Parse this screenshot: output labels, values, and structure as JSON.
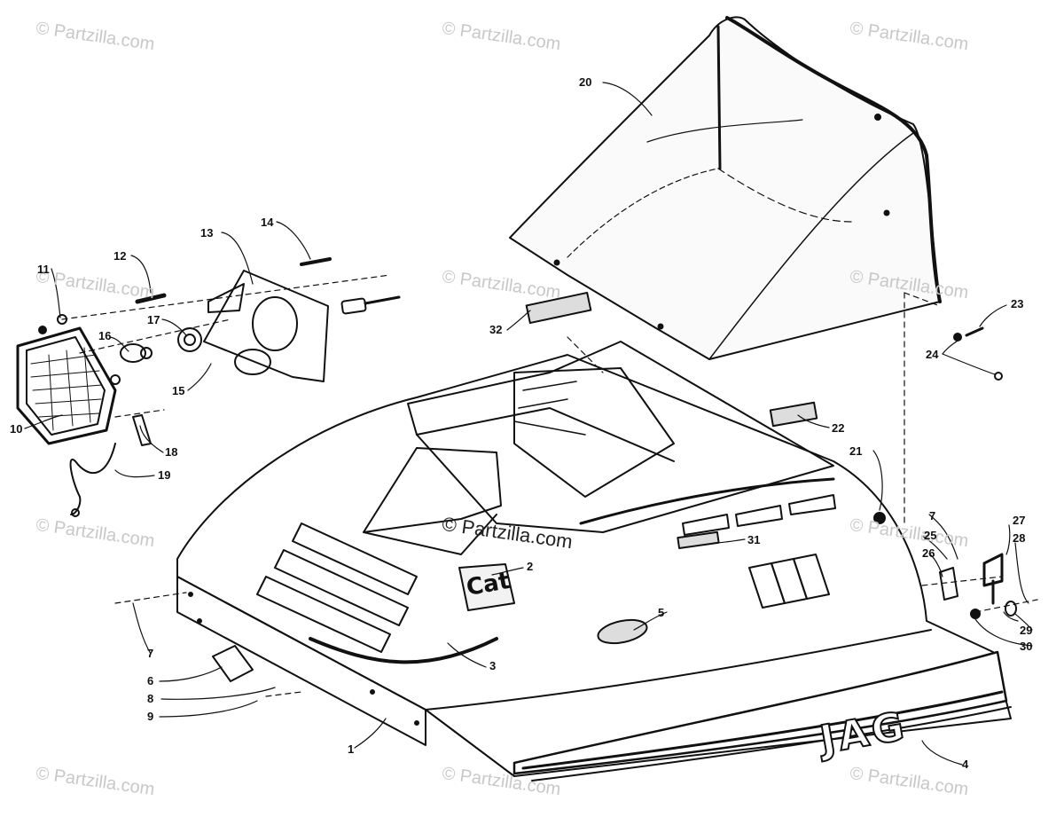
{
  "watermark": {
    "text": "© Partzilla.com",
    "center_text": "© Partzilla.com"
  },
  "decals": {
    "logo": "Cat",
    "stripe": "JAG"
  },
  "callouts": {
    "c1": "1",
    "c2": "2",
    "c3": "3",
    "c4": "4",
    "c5": "5",
    "c6": "6",
    "c7a": "7",
    "c7b": "7",
    "c8": "8",
    "c9": "9",
    "c10": "10",
    "c11": "11",
    "c12": "12",
    "c13": "13",
    "c14": "14",
    "c15": "15",
    "c16": "16",
    "c17": "17",
    "c18": "18",
    "c19": "19",
    "c20": "20",
    "c21": "21",
    "c22": "22",
    "c23": "23",
    "c24": "24",
    "c25": "25",
    "c26": "26",
    "c27": "27",
    "c28": "28",
    "c29": "29",
    "c30": "30",
    "c31": "31",
    "c32": "32"
  },
  "colors": {
    "ink": "#111111",
    "watermark": "#c8c8c8",
    "paper": "#ffffff"
  }
}
